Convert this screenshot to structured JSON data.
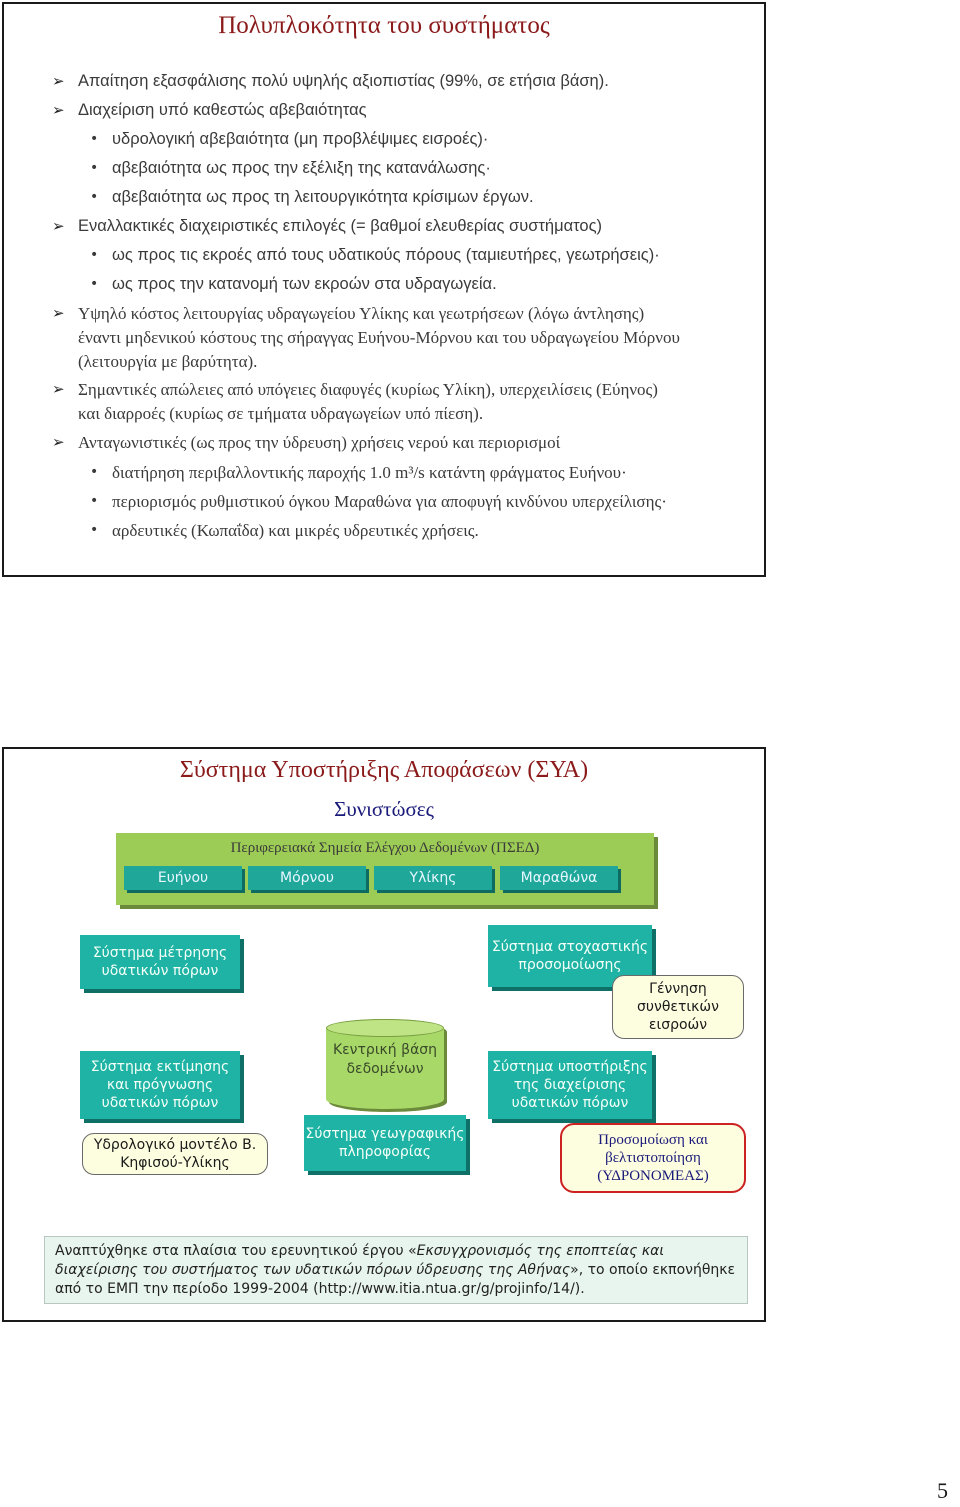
{
  "slide1": {
    "title": "Πολυπλοκότητα του συστήματος",
    "lines": [
      "Απαίτηση εξασφάλισης πολύ υψηλής αξιοπιστίας (99%, σε ετήσια βάση).",
      "Διαχείριση υπό καθεστώς αβεβαιότητας",
      "υδρολογική αβεβαιότητα (μη προβλέψιμες εισροές)·",
      "αβεβαιότητα ως προς την εξέλιξη της κατανάλωσης·",
      "αβεβαιότητα ως προς τη λειτουργικότητα κρίσιμων έργων.",
      "Εναλλακτικές διαχειριστικές επιλογές (= βαθμοί ελευθερίας συστήματος)",
      "ως προς τις εκροές από τους υδατικούς πόρους (ταμιευτήρες, γεωτρήσεις)·",
      "ως προς την κατανομή των εκροών στα υδραγωγεία.",
      "Υψηλό κόστος λειτουργίας υδραγωγείου Υλίκης και γεωτρήσεων (λόγω άντλησης)",
      "έναντι μηδενικού κόστους της σήραγγας Ευήνου-Μόρνου και του υδραγωγείου Μόρνου",
      "(λειτουργία με βαρύτητα).",
      "Σημαντικές απώλειες από υπόγειες διαφυγές (κυρίως Υλίκη), υπερχειλίσεις (Εύηνος)",
      "και διαρροές (κυρίως σε τμήματα υδραγωγείων υπό πίεση).",
      "Ανταγωνιστικές (ως προς την ύδρευση) χρήσεις νερού και περιορισμοί",
      "διατήρηση περιβαλλοντικής παροχής 1.0 m³/s κατάντη φράγματος Ευήνου·",
      "περιορισμός ρυθμιστικού όγκου Μαραθώνα για αποφυγή κινδύνου υπερχείλισης·",
      "αρδευτικές (Κωπαΐδα) και μικρές υδρευτικές χρήσεις."
    ],
    "arrow_glyph": "➢",
    "bullet_glyph": "•"
  },
  "slide2": {
    "title": "Σύστημα Υποστήριξης Αποφάσεων (ΣΥΑ)",
    "subtitle": "Συνιστώσες",
    "panel_label": "Περιφερειακά Σημεία Ελέγχου Δεδομένων (ΠΣΕΔ)",
    "chips": [
      "Ευήνου",
      "Μόρνου",
      "Υλίκης",
      "Μαραθώνα"
    ],
    "boxes": {
      "measurement": "Σύστημα μέτρησης υδατικών πόρων",
      "estimation": "Σύστημα εκτίμησης και πρόγνωσης υδατικών πόρων",
      "hydro_model": "Υδρολογικό μοντέλο Β. Κηφισού-Υλίκης",
      "database": "Κεντρική βάση δεδομένων",
      "gis": "Σύστημα γεωγραφικής πληροφορίας",
      "stochastic": "Σύστημα στοχαστικής προσομοίωσης",
      "synthetic": "Γέννηση συνθετικών εισροών",
      "support": "Σύστημα υποστήριξης της διαχείρισης υδατικών πόρων",
      "simulation": "Προσομοίωση και βελτιστοποίηση (ΥΔΡΟΝΟΜΕΑΣ)"
    },
    "note": {
      "prefix": "Αναπτύχθηκε στα πλαίσια του ερευνητικού έργου «",
      "project": "Εκσυγχρονισμός της εποπτείας και διαχείρισης του συστήματος των υδατικών πόρων ύδρευσης της Αθήνας",
      "suffix": "», το οποίο εκπονήθηκε από το ΕΜΠ την περίοδο 1999-2004 (http://www.itia.ntua.gr/g/projinfo/14/)."
    }
  },
  "page_number": "5"
}
